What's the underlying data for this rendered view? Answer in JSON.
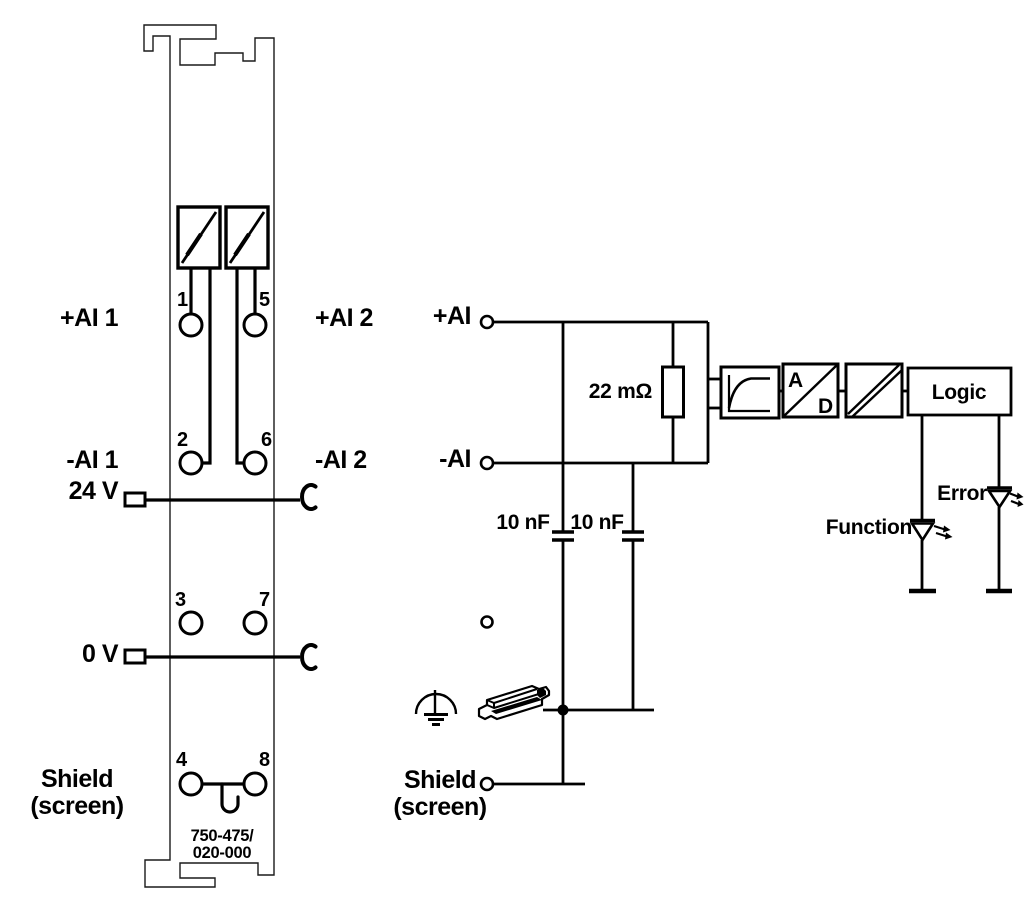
{
  "module": {
    "terminals": {
      "t1": "1",
      "t2": "2",
      "t3": "3",
      "t4": "4",
      "t5": "5",
      "t6": "6",
      "t7": "7",
      "t8": "8"
    },
    "labels": {
      "ai1_plus": "+AI 1",
      "ai2_plus": "+AI 2",
      "ai1_minus": "-AI 1",
      "ai2_minus": "-AI 2",
      "power_24v": "24 V",
      "power_0v": "0 V",
      "shield": "Shield",
      "shield_sub": "(screen)",
      "part_number_line1": "750-475/",
      "part_number_line2": "020-000"
    }
  },
  "schematic": {
    "labels": {
      "ai_plus": "+AI",
      "ai_minus": "-AI",
      "shunt_resistor": "22 mΩ",
      "cap1": "10 nF",
      "cap2": "10 nF",
      "adc_top": "A",
      "adc_bottom": "D",
      "logic": "Logic",
      "led_function": "Function",
      "led_error": "Error",
      "shield": "Shield",
      "shield_sub": "(screen)"
    }
  },
  "colors": {
    "line": "#000000",
    "background": "#ffffff"
  }
}
